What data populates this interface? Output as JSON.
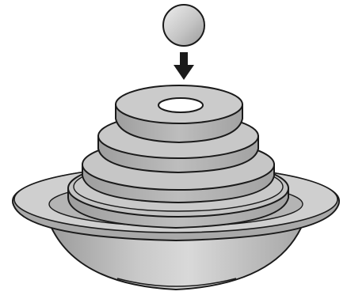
{
  "diagram": {
    "description_visible_text": "",
    "elements": [
      "ball-icon",
      "down-arrow-icon",
      "top-disc-with-hole",
      "stacked-discs",
      "base-bowl"
    ],
    "colors": {
      "outline": "#1a1a1a",
      "light_gray": "#d6d6d6",
      "mid_gray": "#b9b9b9",
      "dark_gray": "#8f8f8f",
      "hole": "#ffffff"
    }
  }
}
